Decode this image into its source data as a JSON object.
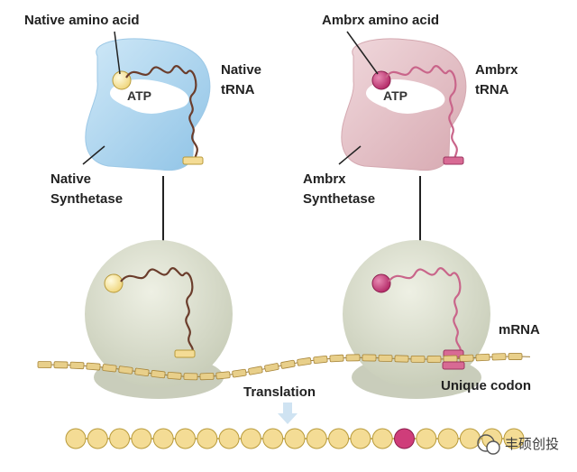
{
  "labels": {
    "native_amino_acid": "Native amino acid",
    "ambrx_amino_acid": "Ambrx amino acid",
    "native_trna_line1": "Native",
    "native_trna_line2": "tRNA",
    "ambrx_trna_line1": "Ambrx",
    "ambrx_trna_line2": "tRNA",
    "atp_left": "ATP",
    "atp_right": "ATP",
    "native_synthetase_line1": "Native",
    "native_synthetase_line2": "Synthetase",
    "ambrx_synthetase_line1": "Ambrx",
    "ambrx_synthetase_line2": "Synthetase",
    "mrna": "mRNA",
    "unique_codon": "Unique codon",
    "translation": "Translation"
  },
  "watermark": {
    "text": "丰硕创投",
    "icon": "wechat-icon"
  },
  "protein_chain": {
    "bead_count": 21,
    "special_bead_index": 15
  },
  "colors": {
    "native_synthetase": "#a9d4ee",
    "ambrx_synthetase": "#e6c3c9",
    "native_amino_acid": "#f5e59a",
    "ambrx_amino_acid": "#c9397a",
    "native_trna": "#6b3d2c",
    "ambrx_trna": "#c9658a",
    "ribosome": "#d4d8c7",
    "mrna": "#e8cf8a",
    "bead": "#f4dc95",
    "special_bead": "#cf3d7a",
    "arrow": "#222222"
  }
}
